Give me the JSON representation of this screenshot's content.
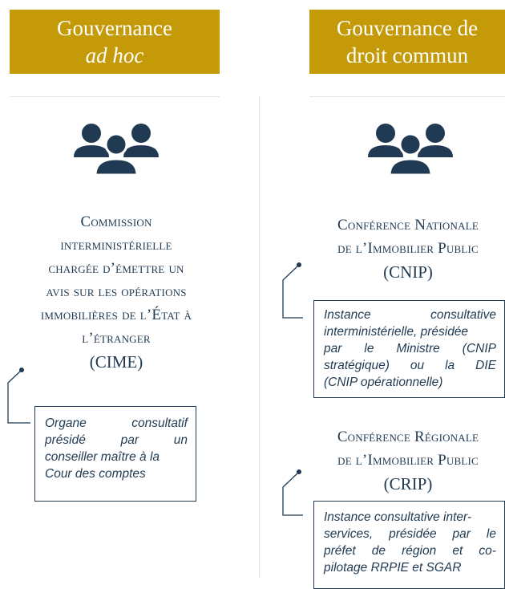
{
  "left": {
    "banner": {
      "line1": "Gouvernance",
      "line2": "ad hoc"
    },
    "icon": "people-group-icon",
    "title_lines": [
      "Commission",
      "interministérielle",
      "chargée d’émettre un",
      "avis sur les opérations",
      "immobilières de l’État à",
      "l’étranger"
    ],
    "acronym": "(CIME)",
    "description_lines": [
      [
        "Organe",
        "consultatif"
      ],
      [
        "présidé",
        "par",
        "un"
      ],
      [
        "conseiller maître à la"
      ],
      [
        "Cour des comptes"
      ]
    ]
  },
  "right": {
    "banner": {
      "line1": "Gouvernance de",
      "line2": "droit commun"
    },
    "icon": "people-group-icon",
    "cnip": {
      "title_lines": [
        "Conférence Nationale",
        "de l’Immobilier Public"
      ],
      "acronym": "(CNIP)",
      "description_lines": [
        [
          "Instance",
          "consultative"
        ],
        [
          "interministérielle, présidée"
        ],
        [
          "par",
          "le",
          "Ministre",
          "(CNIP"
        ],
        [
          "stratégique)",
          "ou",
          "la",
          "DIE"
        ],
        [
          "(CNIP opérationnelle)"
        ]
      ]
    },
    "crip": {
      "title_lines": [
        "Conférence Régionale",
        "de l’Immobilier Public"
      ],
      "acronym": "(CRIP)",
      "description_lines": [
        [
          "Instance consultative inter-"
        ],
        [
          "services,",
          "présidée",
          "par",
          "le"
        ],
        [
          "préfet",
          "de",
          "région",
          "et",
          "co-"
        ],
        [
          "pilotage RRPIE et SGAR"
        ]
      ]
    }
  },
  "colors": {
    "gold": "#c49a08",
    "navy": "#1f3a52",
    "divider": "#e2e4e7"
  }
}
